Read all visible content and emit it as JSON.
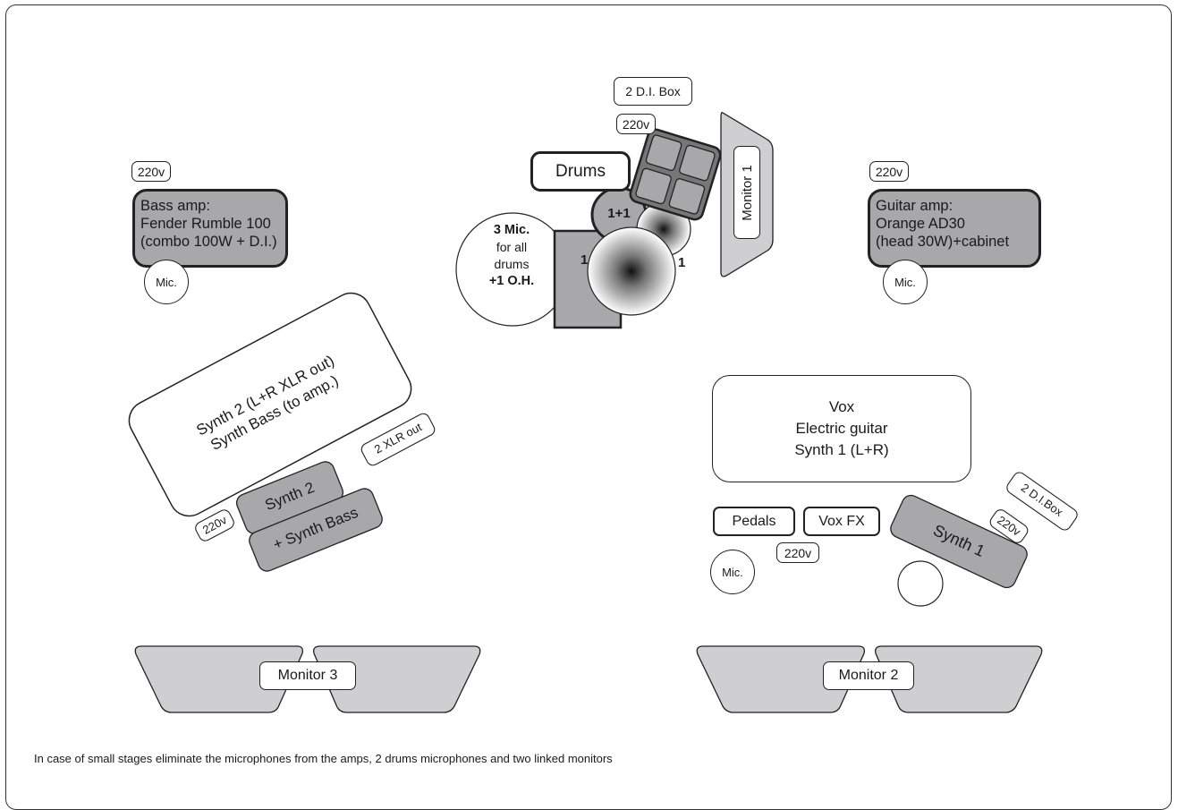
{
  "diagram": {
    "drums": {
      "title": "Drums",
      "di_box": "2 D.I. Box",
      "power": "220v",
      "mics_line1": "3 Mic.",
      "mics_line2": "for all",
      "mics_line3": "drums",
      "mics_line4": "+1 O.H.",
      "tom_label": "1+1",
      "kick_left_label": "1",
      "kick_right_label": "1",
      "monitor": "Monitor 1"
    },
    "bass": {
      "power": "220v",
      "line1": "Bass amp:",
      "line2": "Fender Rumble 100",
      "line3": "(combo 100W + D.I.)",
      "mic": "Mic."
    },
    "guitar": {
      "power": "220v",
      "line1": "Guitar amp:",
      "line2": "Orange AD30",
      "line3": "(head 30W)+cabinet",
      "mic": "Mic."
    },
    "synth2": {
      "position_line1": "Synth 2 (L+R XLR out)",
      "position_line2": "Synth Bass (to amp.)",
      "xlr": "2 XLR out",
      "keyboard_top": "Synth 2",
      "keyboard_bottom": "+ Synth Bass",
      "power": "220v"
    },
    "front_right": {
      "line1": "Vox",
      "line2": "Electric guitar",
      "line3": "Synth 1 (L+R)",
      "pedals": "Pedals",
      "vox_fx": "Vox FX",
      "power": "220v",
      "mic": "Mic.",
      "di_box": "2 D.I.Box",
      "synth_power": "220v",
      "synth1": "Synth 1"
    },
    "monitors": {
      "left": "Monitor 3",
      "right": "Monitor 2"
    },
    "footnote": "In case of small stages eliminate the microphones from the amps, 2 drums microphones and two linked monitors"
  }
}
